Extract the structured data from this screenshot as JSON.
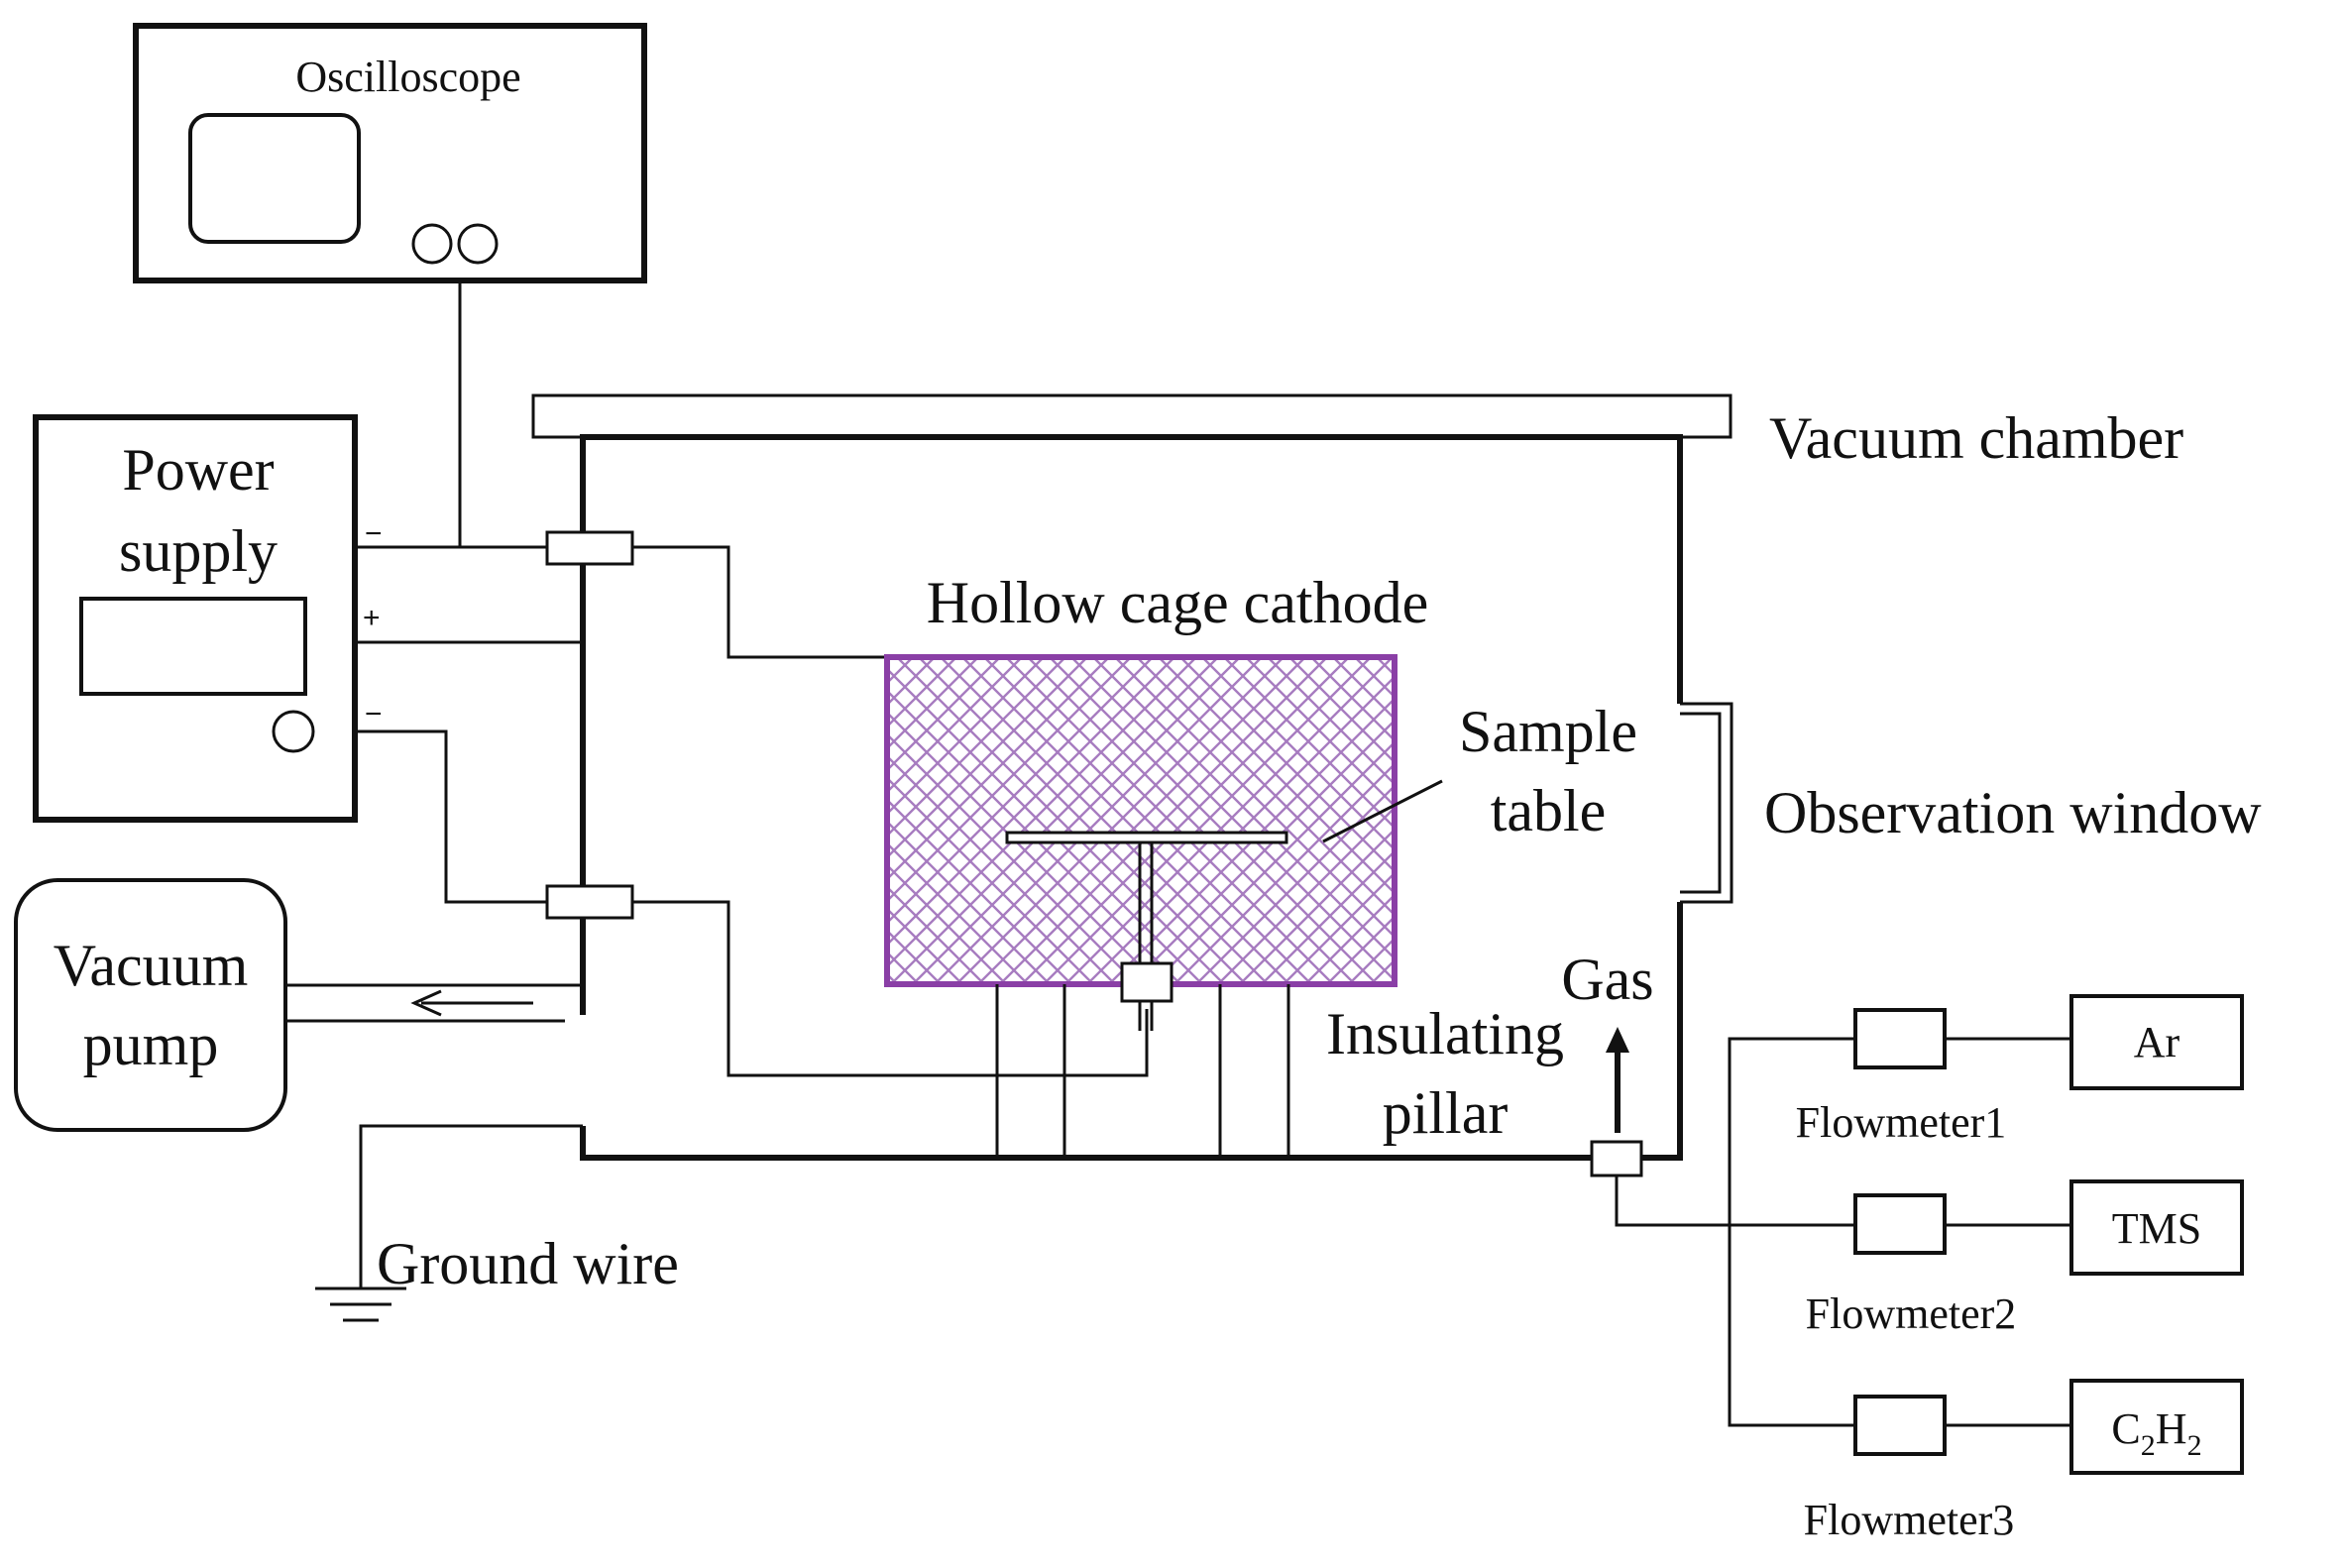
{
  "labels": {
    "oscilloscope": "Oscilloscope",
    "power_supply_line1": "Power",
    "power_supply_line2": "supply",
    "vacuum_chamber": "Vacuum chamber",
    "hollow_cage_cathode": "Hollow cage cathode",
    "sample_table_line1": "Sample",
    "sample_table_line2": "table",
    "observation_window": "Observation window",
    "vacuum_pump_line1": "Vacuum",
    "vacuum_pump_line2": "pump",
    "gas": "Gas",
    "insulating_pillar_line1": "Insulating",
    "insulating_pillar_line2": "pillar",
    "ground_wire": "Ground wire",
    "minus_top": "−",
    "plus": "+",
    "minus_bottom": "−"
  },
  "gas_supply": {
    "flowmeters": [
      "Flowmeter1",
      "Flowmeter2",
      "Flowmeter3"
    ],
    "gases": [
      {
        "text": "Ar"
      },
      {
        "text": "TMS"
      },
      {
        "base": "C",
        "sub1": "2",
        "mid": "H",
        "sub2": "2"
      }
    ]
  },
  "colors": {
    "cathode_mesh": "#8a3fa6",
    "lines": "#111111"
  }
}
